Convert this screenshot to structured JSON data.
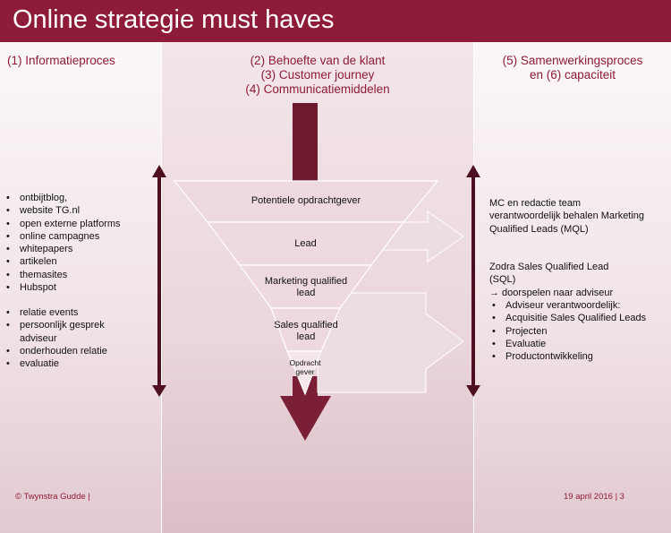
{
  "slide": {
    "title": "Online strategie must haves",
    "colors": {
      "accent": "#8e1b37",
      "dark_arrow": "#5a1526",
      "funnel_fill": "#edd9df"
    }
  },
  "left": {
    "heading": "(1) Informatieproces",
    "items": [
      "ontbijtblog,",
      "website TG.nl",
      "open externe platforms",
      "online campagnes",
      " whitepapers",
      " artikelen",
      "themasites",
      "Hubspot"
    ],
    "items2": [
      "relatie events",
      "persoonlijk  gesprek",
      "adviseur",
      "onderhouden  relatie",
      "evaluatie"
    ]
  },
  "middle": {
    "heading_lines": [
      "(2) Behoefte van de klant",
      "(3) Customer journey",
      "(4) Communicatiemiddelen"
    ],
    "funnel": [
      {
        "label": "Potentiele opdrachtgever"
      },
      {
        "label": "Lead"
      },
      {
        "label": "Marketing qualified lead"
      },
      {
        "label": "Sales qualified lead"
      },
      {
        "label": "Opdracht gever"
      }
    ]
  },
  "right": {
    "heading_lines": [
      "(5) Samenwerkingsproces",
      "en (6) capaciteit"
    ],
    "block1": [
      "MC en redactie team",
      "verantwoordelijk  behalen Marketing",
      "Qualified Leads (MQL)"
    ],
    "block2": [
      "Zodra Sales Qualified Lead",
      "(SQL)",
      "→ doorspelen naar adviseur"
    ],
    "bullets": [
      "Adviseur verantwoordelijk:",
      "Acquisitie Sales Qualified Leads",
      "Projecten",
      "Evaluatie",
      "Productontwikkeling"
    ]
  },
  "footer": {
    "copyright": "© Twynstra Gudde  |",
    "date_page": "19 april 2016  |  3"
  }
}
